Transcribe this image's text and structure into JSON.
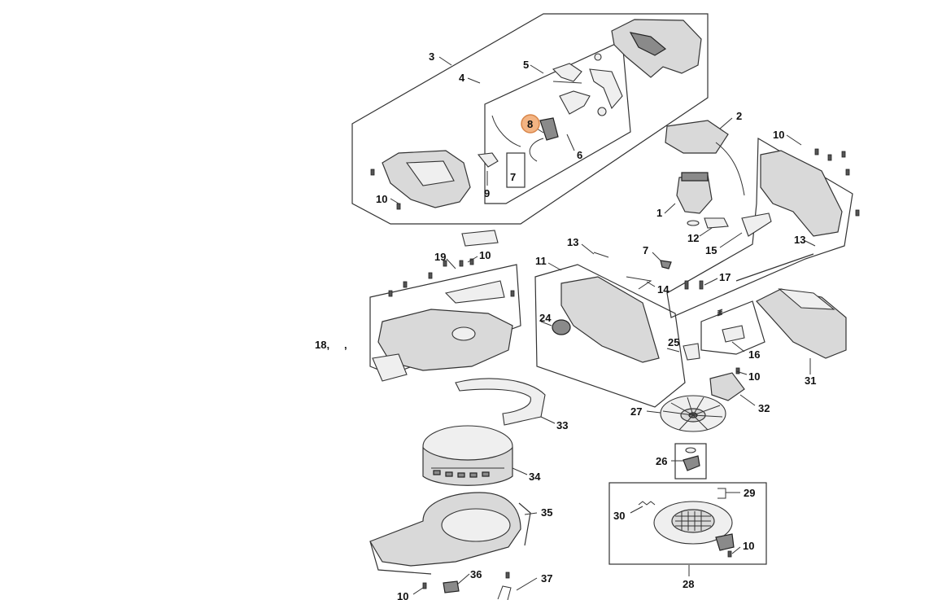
{
  "callouts": [
    {
      "id": "c3",
      "label": "3"
    },
    {
      "id": "c4",
      "label": "4"
    },
    {
      "id": "c5",
      "label": "5"
    },
    {
      "id": "c2",
      "label": "2"
    },
    {
      "id": "c8",
      "label": "8",
      "highlighted": true
    },
    {
      "id": "c6",
      "label": "6"
    },
    {
      "id": "c7a",
      "label": "7"
    },
    {
      "id": "c9",
      "label": "9"
    },
    {
      "id": "c10a",
      "label": "10"
    },
    {
      "id": "c10b",
      "label": "10"
    },
    {
      "id": "c1",
      "label": "1"
    },
    {
      "id": "c12",
      "label": "12"
    },
    {
      "id": "c15",
      "label": "15"
    },
    {
      "id": "c13a",
      "label": "13"
    },
    {
      "id": "c13b",
      "label": "13"
    },
    {
      "id": "c19",
      "label": "19"
    },
    {
      "id": "c10c",
      "label": "10"
    },
    {
      "id": "c11",
      "label": "11"
    },
    {
      "id": "c7b",
      "label": "7"
    },
    {
      "id": "c14",
      "label": "14"
    },
    {
      "id": "c17",
      "label": "17"
    },
    {
      "id": "c18",
      "label": "18,"
    },
    {
      "id": "c18b",
      "label": ","
    },
    {
      "id": "c24",
      "label": "24"
    },
    {
      "id": "c25",
      "label": "25"
    },
    {
      "id": "c16",
      "label": "16"
    },
    {
      "id": "c10d",
      "label": "10"
    },
    {
      "id": "c31",
      "label": "31"
    },
    {
      "id": "c32",
      "label": "32"
    },
    {
      "id": "c27",
      "label": "27"
    },
    {
      "id": "c33",
      "label": "33"
    },
    {
      "id": "c26",
      "label": "26"
    },
    {
      "id": "c34",
      "label": "34"
    },
    {
      "id": "c29",
      "label": "29"
    },
    {
      "id": "c35",
      "label": "35"
    },
    {
      "id": "c30",
      "label": "30"
    },
    {
      "id": "c10e",
      "label": "10"
    },
    {
      "id": "c36",
      "label": "36"
    },
    {
      "id": "c37",
      "label": "37"
    },
    {
      "id": "c10f",
      "label": "10"
    },
    {
      "id": "c28",
      "label": "28"
    }
  ],
  "colors": {
    "highlight_fill": "#f3b483",
    "highlight_stroke": "#d9864a",
    "line": "#333333",
    "background": "#ffffff"
  }
}
